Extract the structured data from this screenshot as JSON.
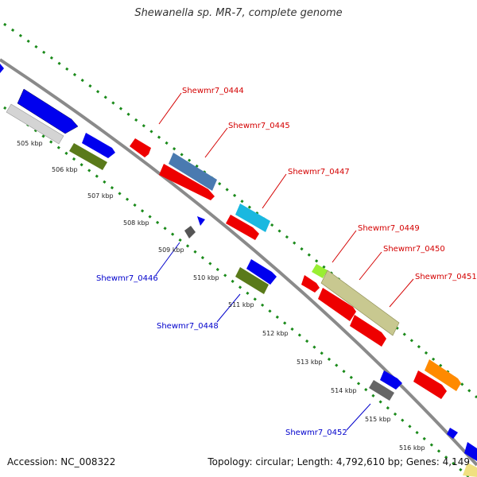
{
  "title": "Shewanella sp. MR-7, complete genome",
  "footer": {
    "accession": "Accession: NC_008322",
    "topology": "Topology: circular; Length: 4,792,610 bp; Genes: 4,149"
  },
  "tick_labels": [
    "505 kbp",
    "506 kbp",
    "507 kbp",
    "508 kbp",
    "509 kbp",
    "510 kbp",
    "511 kbp",
    "512 kbp",
    "513 kbp",
    "514 kbp",
    "515 kbp",
    "516 kbp"
  ],
  "gene_labels": [
    "Shewmr7_0444",
    "Shewmr7_0445",
    "Shewmr7_0447",
    "Shewmr7_0449",
    "Shewmr7_0450",
    "Shewmr7_0451",
    "Shewmr7_0446",
    "Shewmr7_0448",
    "Shewmr7_0452"
  ],
  "colors": {
    "backbone": "#8a8a8a",
    "dotted_track": "#1a8a1a",
    "forward_cds": "#0000ee",
    "reverse_cds": "#ee0000",
    "label_red": "#d40000",
    "label_blue": "#0000cc"
  }
}
